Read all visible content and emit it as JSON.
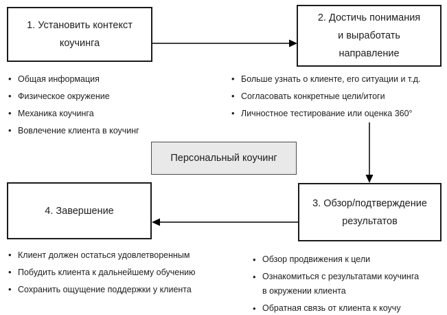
{
  "colors": {
    "background": "#ffffff",
    "box_border": "#1a1a1a",
    "text": "#1d1d1d",
    "center_box_fill": "#e9e9e9",
    "center_box_border": "#4a4a4a",
    "arrow": "#000000"
  },
  "boxes": {
    "step1": {
      "lines": [
        "1. Установить контекст",
        "коучинга"
      ]
    },
    "step2": {
      "lines": [
        "2. Достичь понимания",
        "и выработать",
        "направление"
      ]
    },
    "step3": {
      "lines": [
        "3. Обзор/подтверждение",
        "результатов"
      ]
    },
    "step4": {
      "lines": [
        "4. Завершение"
      ]
    },
    "center": {
      "label": "Персональный коучинг"
    }
  },
  "lists": {
    "step1": {
      "items": [
        "Общая информация",
        "Физическое окружение",
        "Механика коучинга",
        "Вовлечение клиента в коучинг"
      ]
    },
    "step2": {
      "items": [
        "Больше узнать о клиенте, его ситуации и т.д.",
        "Согласовать конкретные цели/итоги",
        "Личностное тестирование или оценка 360°"
      ]
    },
    "step3": {
      "items": [
        "Обзор продвижения к цели",
        "Ознакомиться с результатами коучинга в окружении клиента",
        "Обратная связь от клиента к коучу"
      ]
    },
    "step4": {
      "items": [
        "Клиент должен остаться удовлетворенным",
        "Побудить клиента к дальнейшему обучению",
        "Сохранить ощущение поддержки у клиента"
      ]
    }
  }
}
